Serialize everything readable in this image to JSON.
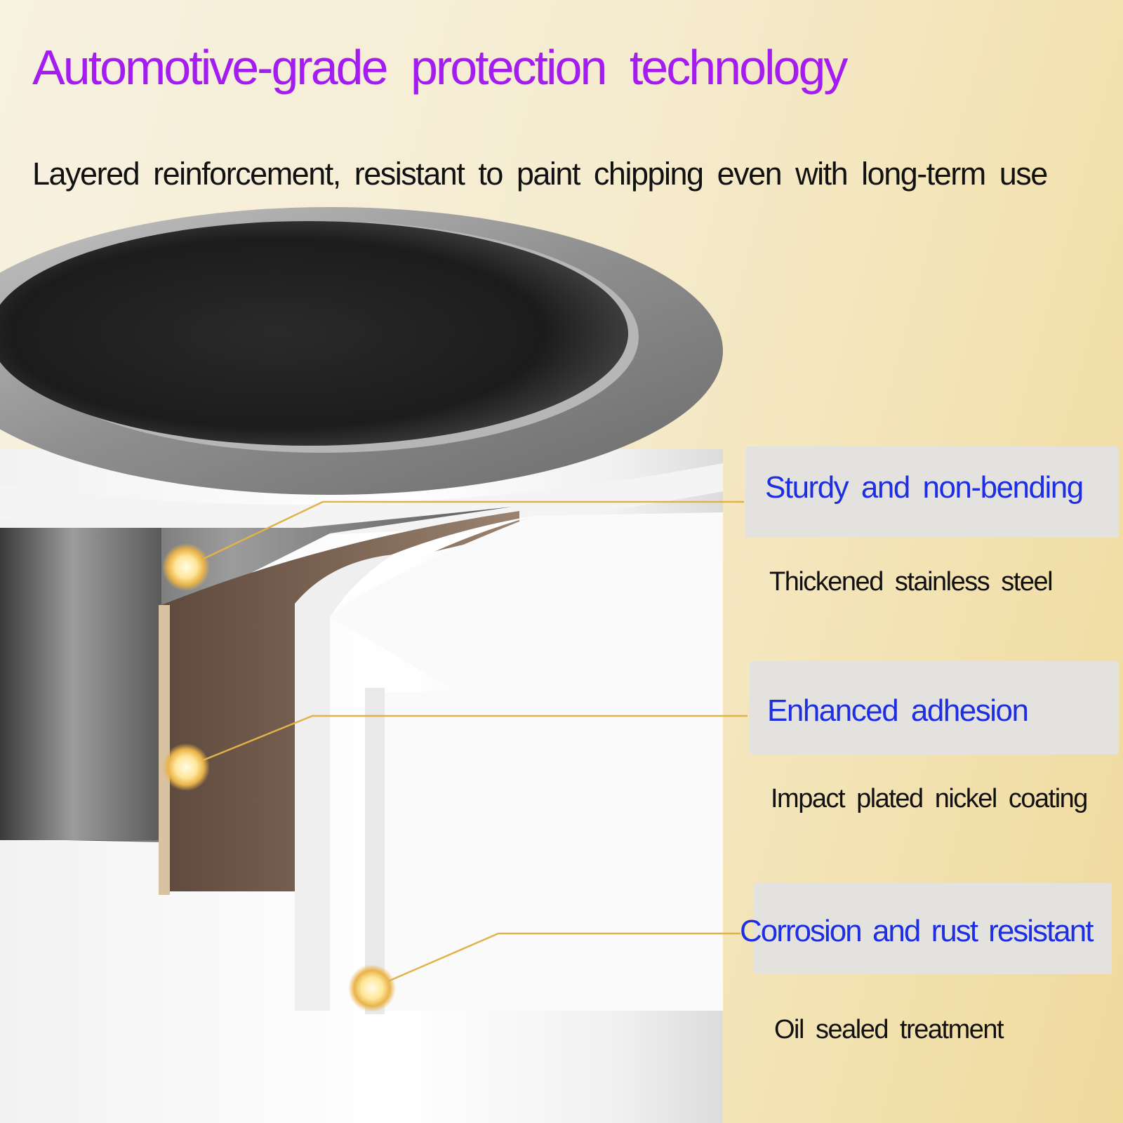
{
  "header": {
    "title": "Automotive-grade protection technology",
    "subtitle": "Layered reinforcement, resistant to paint chipping even with long-term use"
  },
  "features": [
    {
      "title": "Sturdy and non-bending",
      "description": "Thickened stainless steel"
    },
    {
      "title": "Enhanced adhesion",
      "description": "Impact plated nickel coating"
    },
    {
      "title": "Corrosion and rust resistant",
      "description": "Oil sealed treatment"
    }
  ],
  "colors": {
    "title": "#a31df0",
    "feature_title": "#1d2fe0",
    "callout_line": "#e0b24a",
    "background": "#f5ecd0"
  }
}
